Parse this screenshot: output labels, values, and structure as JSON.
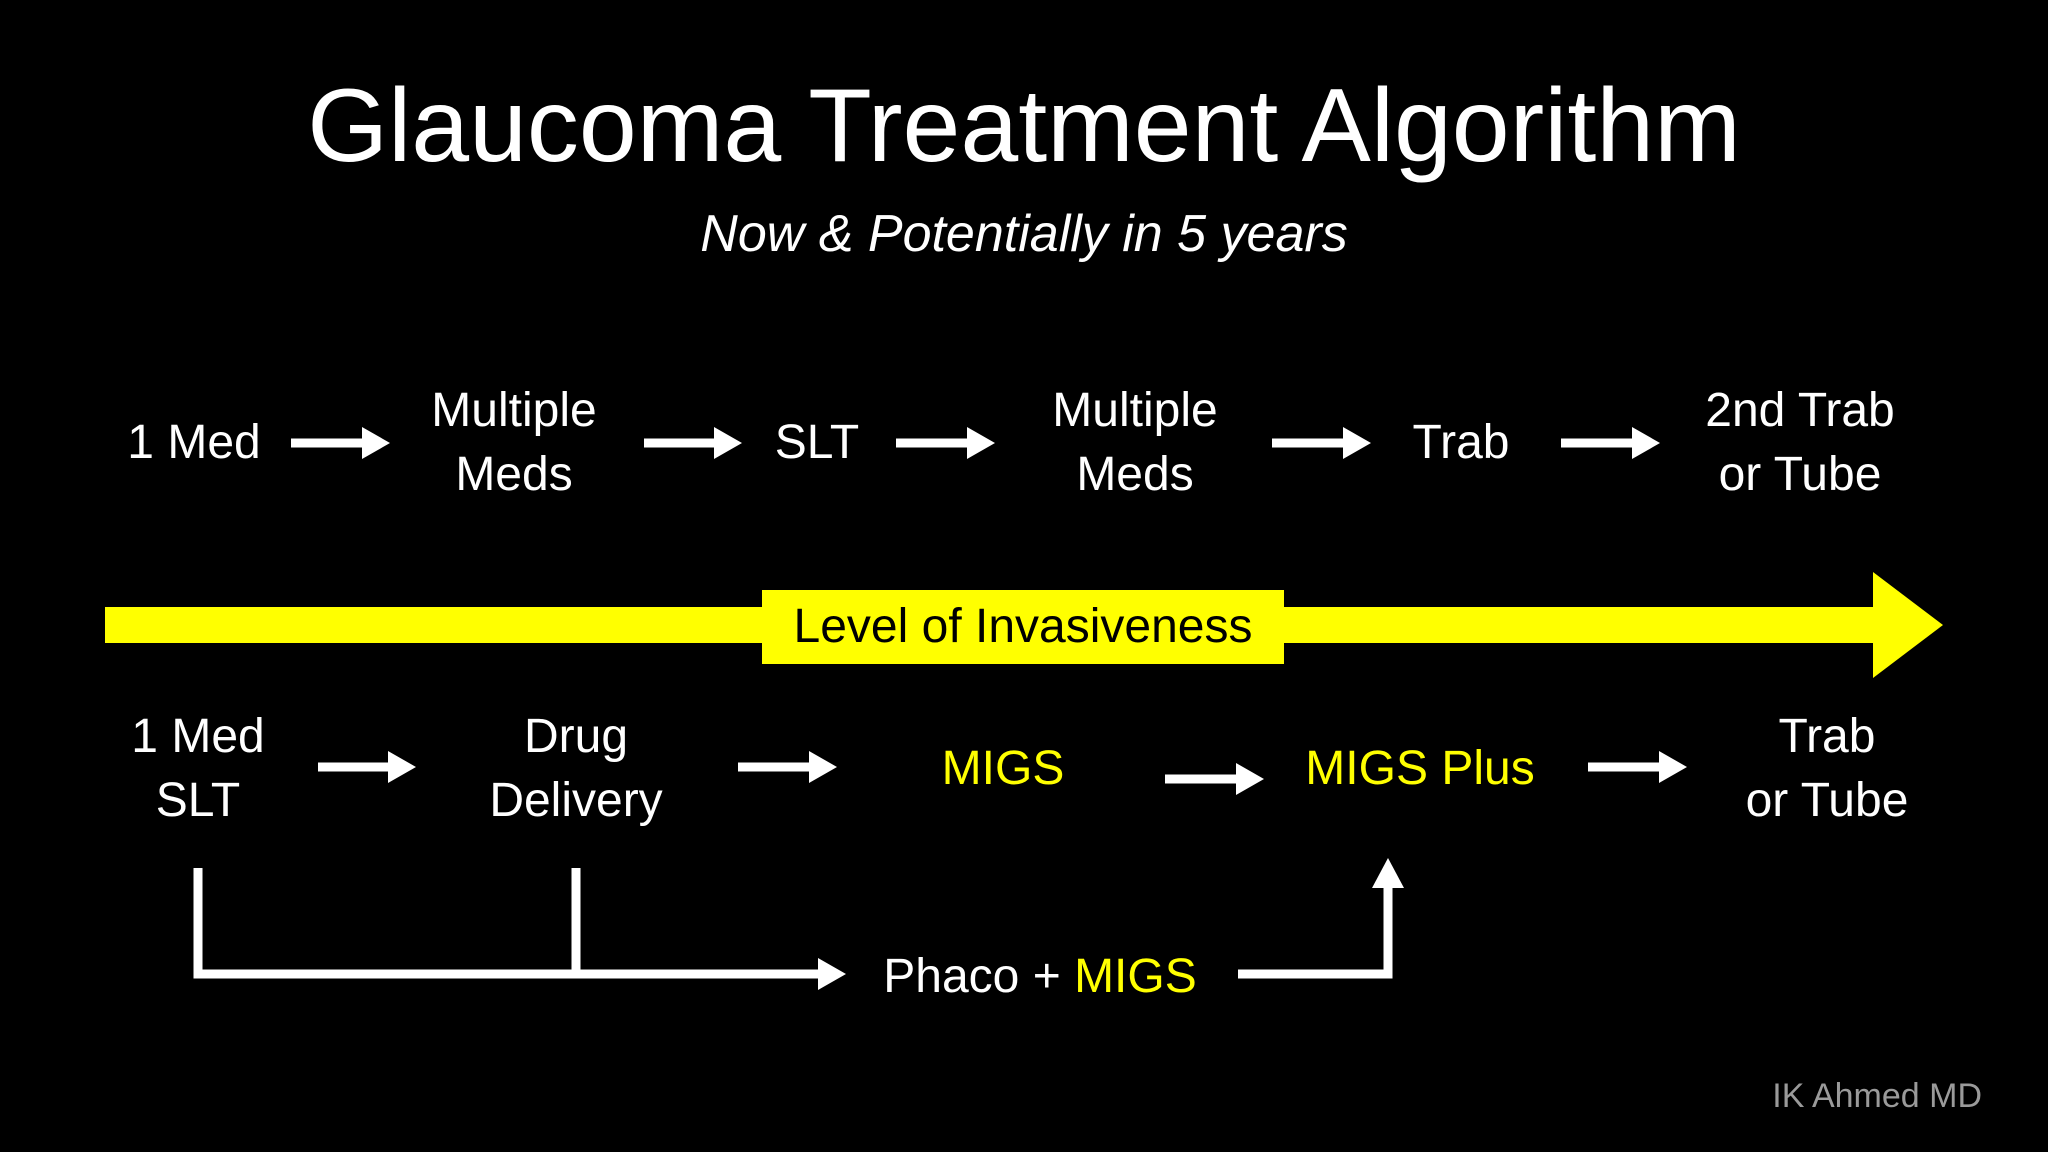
{
  "slide": {
    "title": "Glaucoma Treatment Algorithm",
    "subtitle": "Now & Potentially in 5 years",
    "credit": "IK Ahmed MD"
  },
  "top_row": {
    "steps": [
      [
        "1 Med"
      ],
      [
        "Multiple",
        "Meds"
      ],
      [
        "SLT"
      ],
      [
        "Multiple",
        "Meds"
      ],
      [
        "Trab"
      ],
      [
        "2nd Trab",
        "or Tube"
      ]
    ]
  },
  "band": {
    "label": "Level of Invasiveness",
    "color": "#ffff00"
  },
  "bottom_row": {
    "steps": [
      [
        "1 Med",
        "SLT"
      ],
      [
        "Drug",
        "Delivery"
      ],
      [
        "MIGS"
      ],
      [
        "MIGS Plus"
      ],
      [
        "Trab",
        "or Tube"
      ]
    ],
    "highlight_color": "#ffff00"
  },
  "bypass": {
    "prefix": "Phaco + ",
    "highlight": "MIGS"
  },
  "colors": {
    "background": "#000000",
    "text": "#ffffff",
    "accent": "#ffff00",
    "credit": "#9a9a9a"
  }
}
